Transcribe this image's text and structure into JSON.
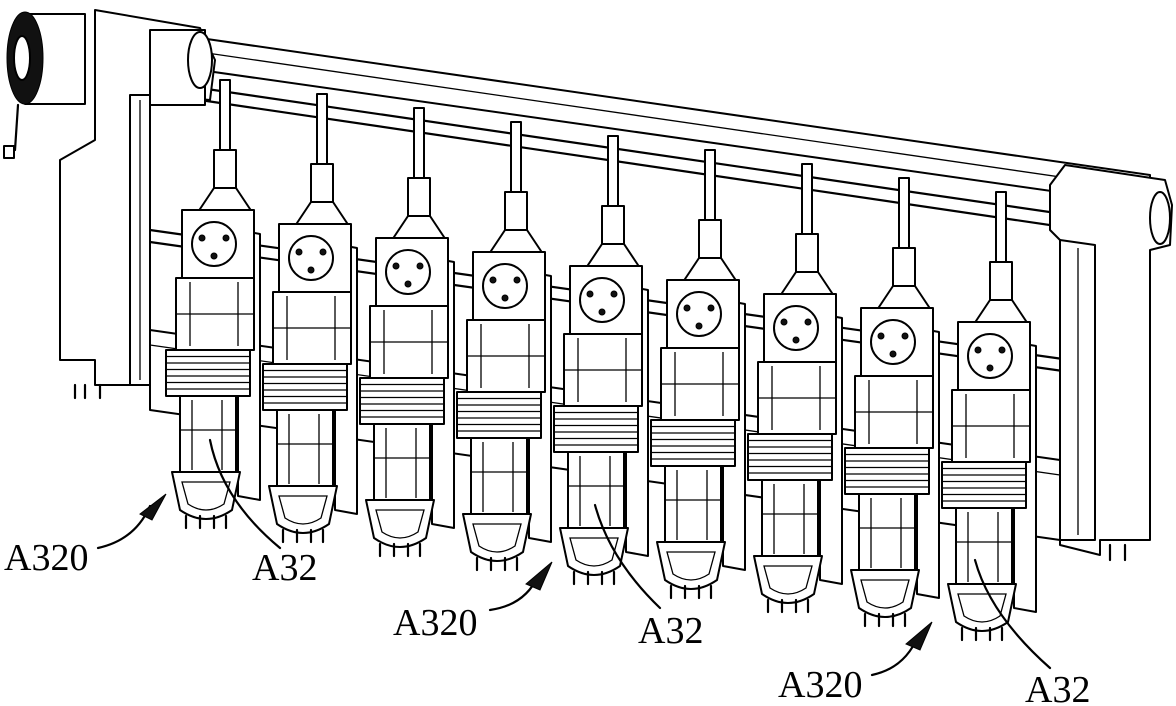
{
  "figure": {
    "background": "#ffffff",
    "line_color": "#000000",
    "module_count": 9,
    "callouts": [
      {
        "label": "A320",
        "kind": "arrow"
      },
      {
        "label": "A32",
        "kind": "leader"
      },
      {
        "label": "A320",
        "kind": "arrow"
      },
      {
        "label": "A32",
        "kind": "leader"
      },
      {
        "label": "A320",
        "kind": "arrow"
      },
      {
        "label": "A32",
        "kind": "leader"
      }
    ]
  }
}
